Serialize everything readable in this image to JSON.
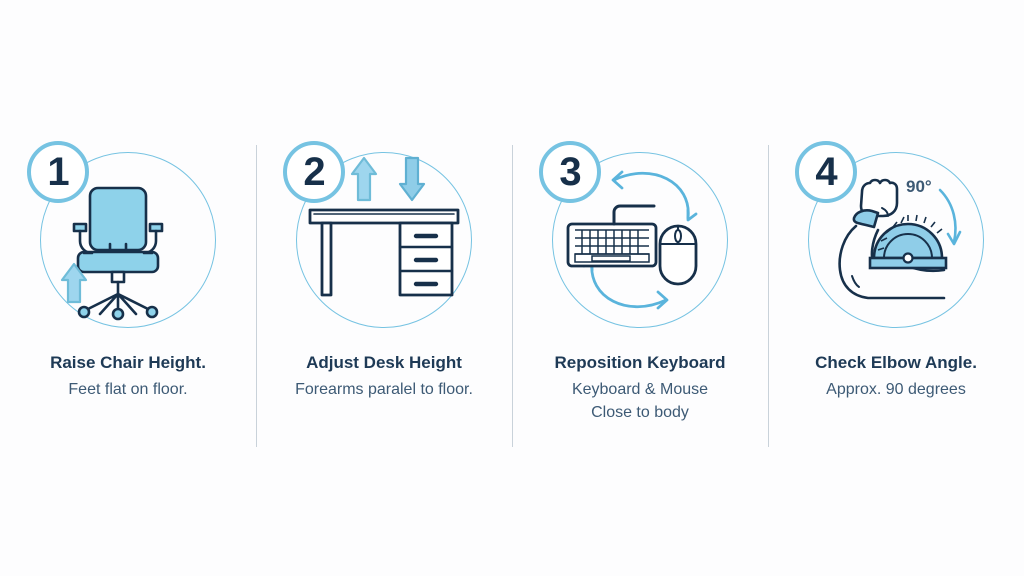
{
  "infographic": {
    "background_color": "#fdfdfe",
    "accent_color": "#76c3e2",
    "ink_color": "#1e3a56",
    "fill_color": "#8ed2ea",
    "steps": [
      {
        "number": "1",
        "icon": "office-chair-with-up-arrow-icon",
        "title": "Raise Chair Height.",
        "lines": [
          "Feet flat on floor."
        ]
      },
      {
        "number": "2",
        "icon": "desk-with-up-down-arrows-icon",
        "title": "Adjust Desk Height",
        "lines": [
          "Forearms paralel to floor."
        ]
      },
      {
        "number": "3",
        "icon": "keyboard-and-mouse-with-rotation-arrows-icon",
        "title": "Reposition Keyboard",
        "lines": [
          "Keyboard & Mouse",
          "Close to body"
        ]
      },
      {
        "number": "4",
        "icon": "flexed-arm-with-protractor-icon",
        "title": "Check Elbow Angle.",
        "lines": [
          "Approx. 90 degrees"
        ],
        "annotation": "90°"
      }
    ]
  }
}
